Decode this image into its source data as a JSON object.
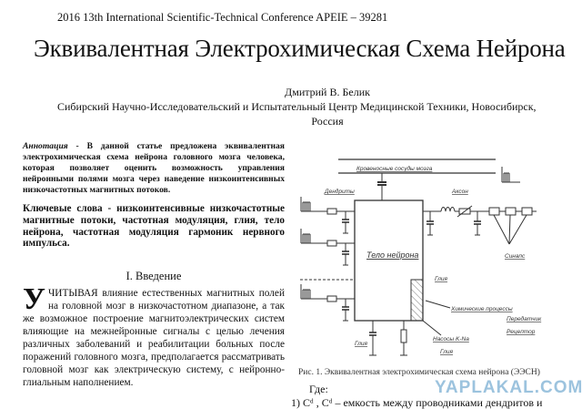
{
  "header": {
    "conference": "2016 13th International Scientific-Technical Conference APEIE – 39281"
  },
  "title": "Эквивалентная Электрохимическая Схема Нейрона",
  "author": "Дмитрий В. Белик",
  "affiliation": "Сибирский Научно-Исследовательский и Испытательный Центр Медицинской Техники, Новосибирск,",
  "country": "Россия",
  "abstract": {
    "label": "Аннотация",
    "text": " - В данной статье предложена эквивалентная электрохимическая схема нейрона головного мозга человека, которая позволяет оценить возможность управления нейронными полями мозга через наведение низкоинтенсивных низкочастотных магнитных потоков."
  },
  "keywords": "Ключевые слова - низкоинтенсивные низкочастотные магнитные потоки, частотная модуляция, глия, тело нейрона, частотная модуляция гармоник нервного импульса.",
  "section": "I. Введение",
  "intro": {
    "dropcap": "У",
    "lead": "ЧИТЫВАЯ",
    "text": " влияние естественных магнитных полей на головной мозг в низкочастотном диапазоне, а так же возможное построение магнитоэлектрических систем влияющие на межнейронные сигналы с целью лечения различных заболеваний и реабилитации больных после поражений головного мозга, предполагается рассматривать головной мозг как электрическую систему, с нейронно-глиальным наполнением."
  },
  "figure": {
    "labels": {
      "vessels": "Кровеносные сосуды мозга",
      "dendrites": "Дендриты",
      "axon": "Аксон",
      "body": "Тело нейрона",
      "glia1": "Глия",
      "chem": "Химические процессы",
      "transmitter": "Передатчик",
      "receptor": "Рецептор",
      "pumps": "Насосы K-Na",
      "glia2": "Глия",
      "glia3": "Глия",
      "synapse": "Синапс"
    },
    "caption": "Рис. 1. Эквивалентная электрохимическая схема нейрона (ЭЭСН)"
  },
  "watermark": "YAPLAKAL.COM",
  "where": "Где:",
  "last_line": "1)  Cᵈ , Cᵈ – емкость между проводниками дендритов и"
}
